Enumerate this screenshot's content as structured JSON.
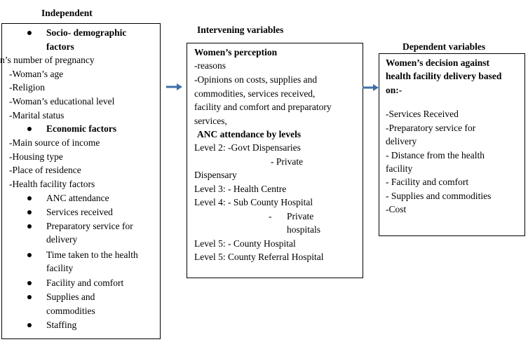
{
  "headers": {
    "independent": "Independent",
    "intervening": "Intervening variables",
    "dependent": "Dependent variables"
  },
  "independent_box": {
    "socio_title_1": "Socio- demographic",
    "socio_title_2": "factors",
    "socio_items": [
      "n’s number of pregnancy",
      "-Woman’s age",
      "-Religion",
      "-Woman’s educational level",
      "-Marital status"
    ],
    "economic_title": "Economic factors",
    "economic_items": [
      "-Main source of income",
      "-Housing type",
      "-Place of residence",
      "-Health facility factors"
    ],
    "facility_bullets": [
      "ANC attendance",
      "Services received",
      "Preparatory service for",
      "delivery",
      "Time taken to the health",
      "facility",
      "Facility and comfort",
      "Supplies and",
      "commodities",
      "Staffing"
    ]
  },
  "intervening_box": {
    "title": "Women’s perception",
    "lines": [
      "-reasons",
      "-Opinions on costs, supplies and",
      "commodities, services received,",
      "facility and comfort and preparatory",
      "services,"
    ],
    "anc_title": "ANC attendance by levels",
    "levels": [
      "Level 2: -Govt Dispensaries",
      "- Private",
      "Dispensary",
      "Level 3: -      Health Centre",
      "Level 4: -       Sub County Hospital",
      "-",
      "Private",
      "hospitals",
      "Level 5: -     County Hospital",
      "Level 5: County Referral Hospital"
    ]
  },
  "dependent_box": {
    "title_1": "Women’s decision against",
    "title_2": "health facility delivery based",
    "title_3": "on:-",
    "items": [
      "-Services Received",
      "-Preparatory service for",
      "delivery",
      "- Distance from the health",
      "facility",
      "- Facility and comfort",
      "- Supplies and commodities",
      "-Cost"
    ]
  },
  "colors": {
    "arrow": "#3f6fa8",
    "border": "#000000",
    "text": "#000000"
  }
}
